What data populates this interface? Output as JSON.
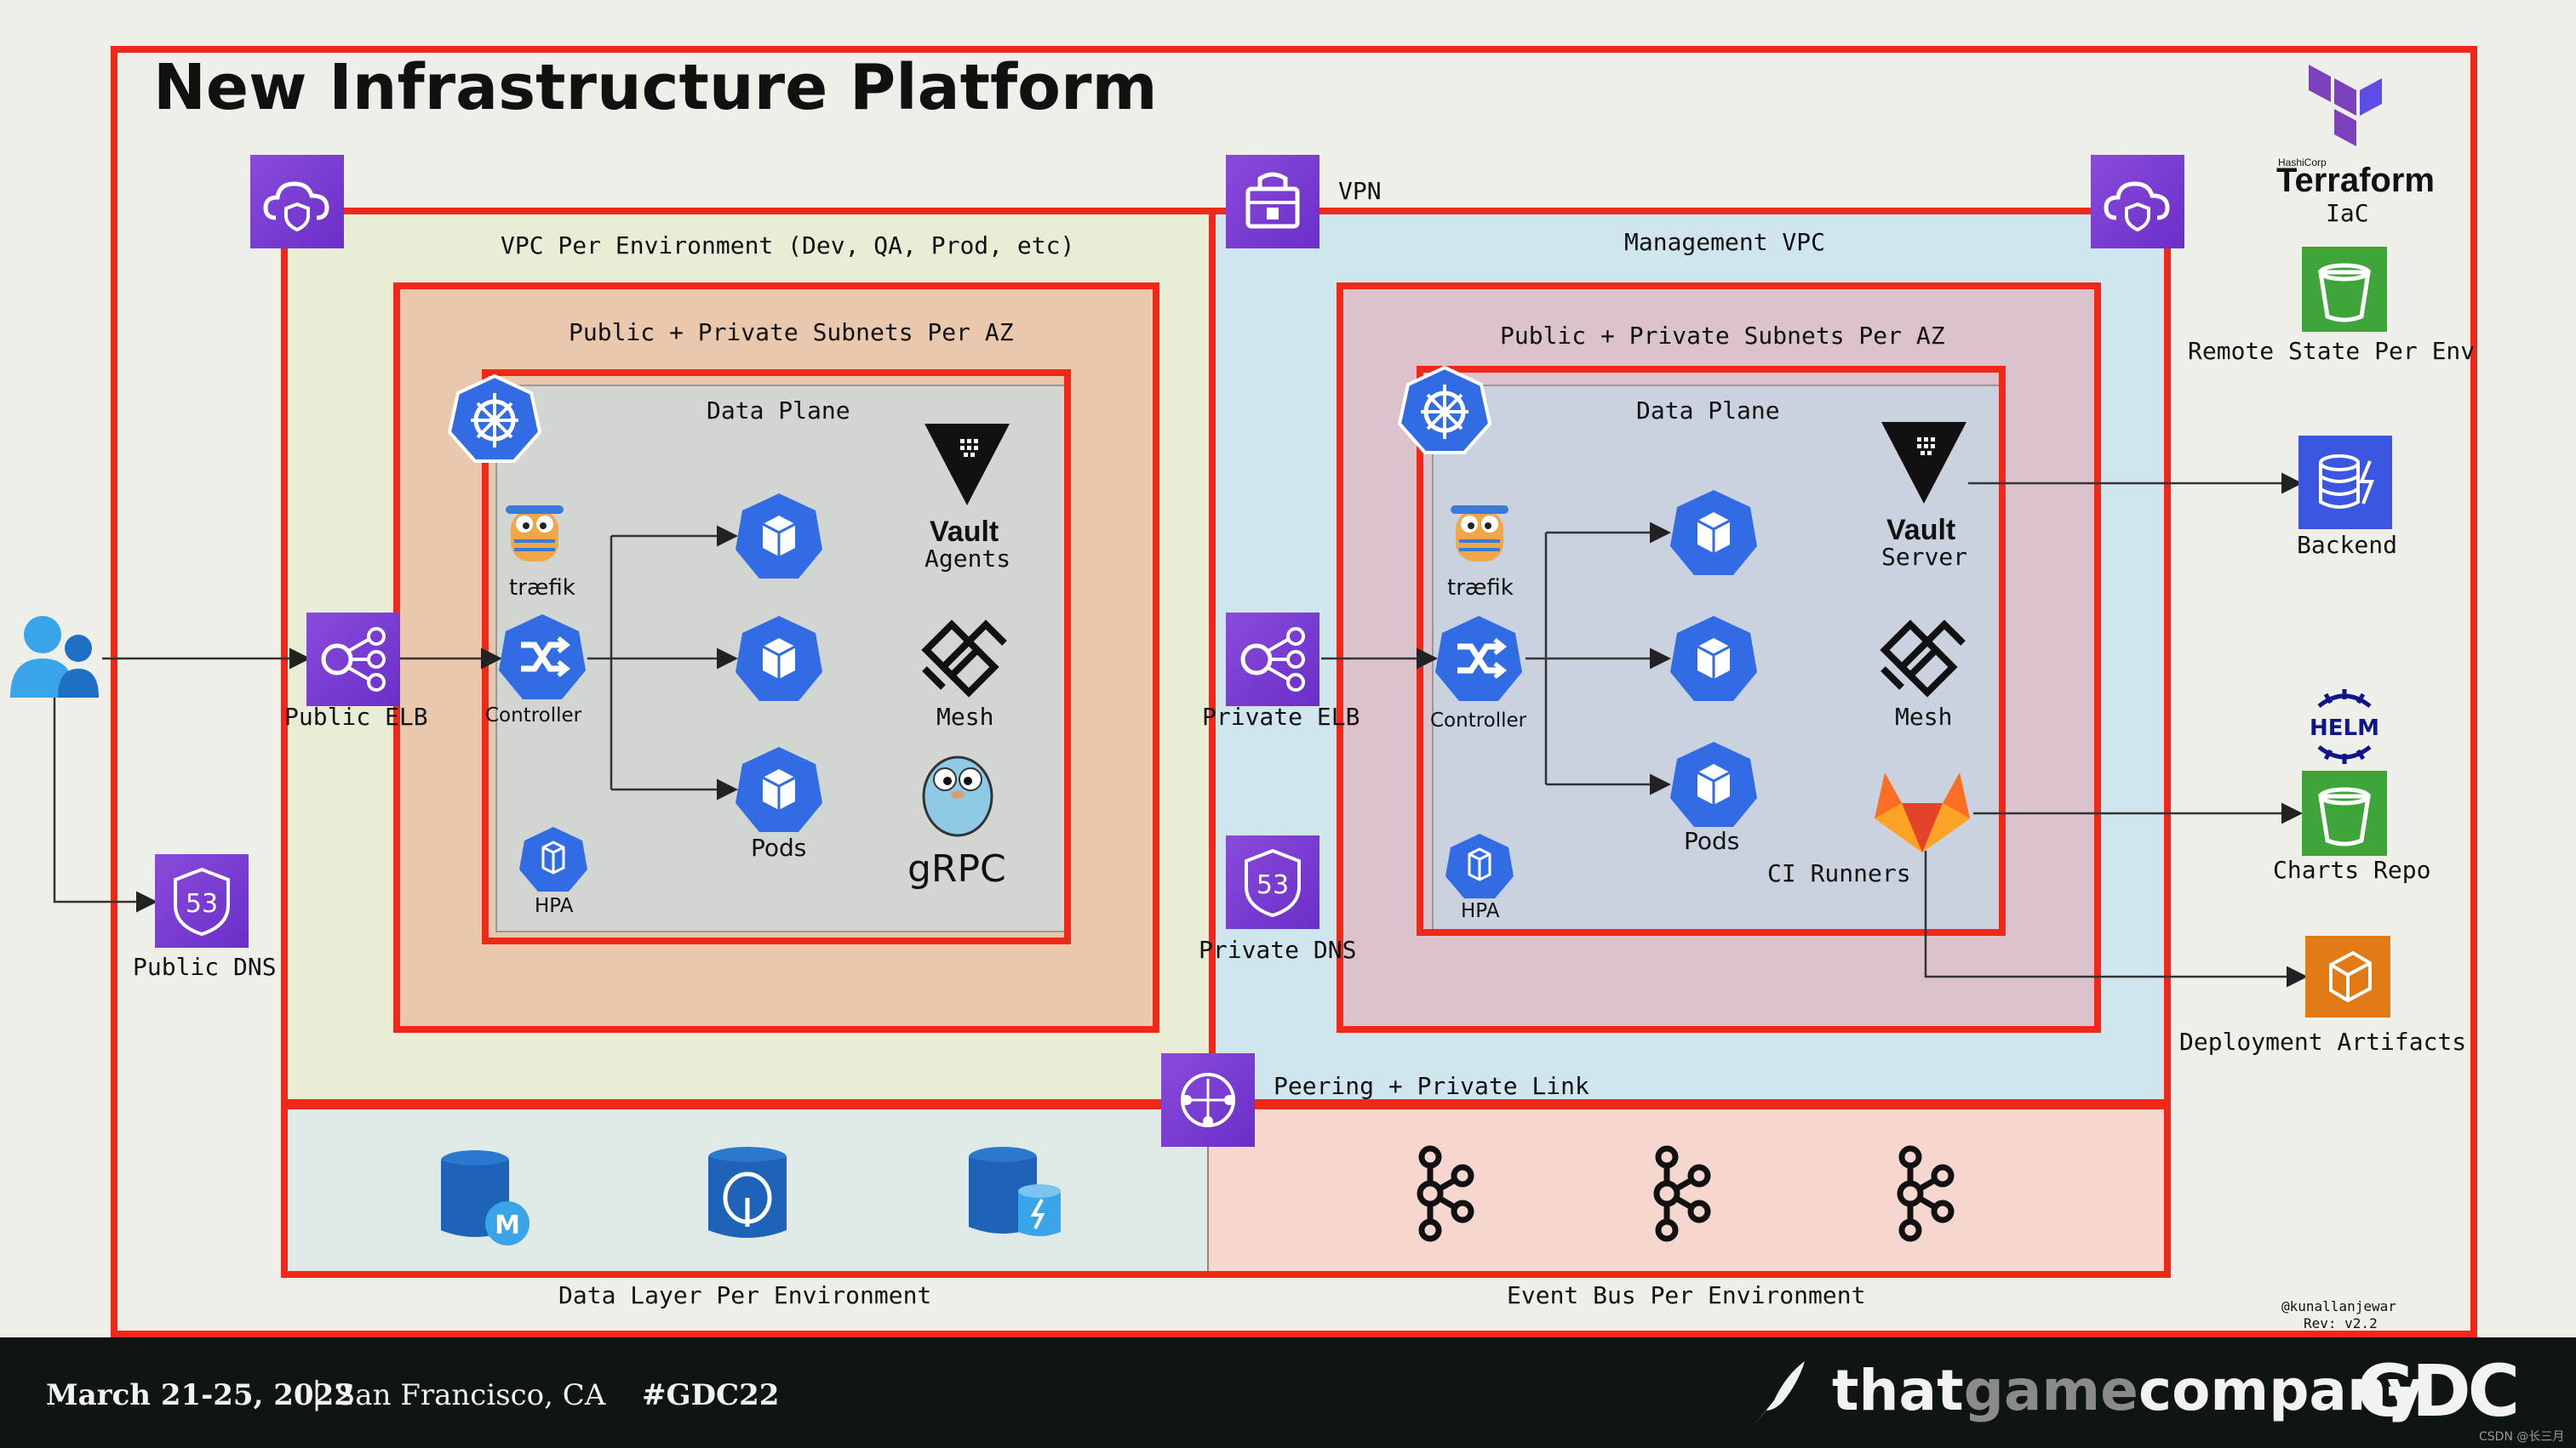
{
  "title": "New Infrastructure Platform",
  "colors": {
    "frame_red": "#f0281a",
    "aws_purple": "#7b3fd6",
    "k8s_blue": "#326ce5"
  },
  "vpc_env": {
    "label": "VPC Per Environment (Dev, QA, Prod, etc)",
    "subnets_label": "Public + Private Subnets Per AZ",
    "data_plane_label": "Data Plane",
    "traefik_label": "træfik",
    "controller_label": "Controller",
    "hpa_label": "HPA",
    "pods_label": "Pods",
    "vault_brand": "Vault",
    "vault_label": "Agents",
    "mesh_label": "Mesh",
    "grpc_label": "gRPC",
    "elb_label": "Public ELB"
  },
  "public_dns_label": "Public DNS",
  "vpn_label": "VPN",
  "mgmt_vpc": {
    "label": "Management VPC",
    "subnets_label": "Public + Private Subnets Per AZ",
    "data_plane_label": "Data Plane",
    "traefik_label": "træfik",
    "controller_label": "Controller",
    "hpa_label": "HPA",
    "pods_label": "Pods",
    "vault_brand": "Vault",
    "vault_label": "Server",
    "mesh_label": "Mesh",
    "ci_label": "CI Runners",
    "elb_label": "Private ELB",
    "dns_label": "Private DNS"
  },
  "peering_label": "Peering + Private Link",
  "data_layer_label": "Data Layer Per Environment",
  "event_bus_label": "Event Bus Per Environment",
  "right_column": {
    "terraform_small": "HashiCorp",
    "terraform_brand": "Terraform",
    "iac_label": "IaC",
    "remote_state_label": "Remote State Per Env",
    "backend_label": "Backend",
    "helm_brand": "HELM",
    "charts_label": "Charts Repo",
    "artifacts_label": "Deployment Artifacts"
  },
  "credit": {
    "author": "@kunallanjewar",
    "rev": "Rev: v2.2"
  },
  "footer": {
    "dates": "March 21-25, 2022",
    "separator": "|",
    "location": "San Francisco, CA",
    "hashtag": "#GDC22",
    "company_that": "that",
    "company_game": "game",
    "company_rest": "company",
    "gdc": "GDC",
    "watermark": "CSDN @长三月"
  }
}
